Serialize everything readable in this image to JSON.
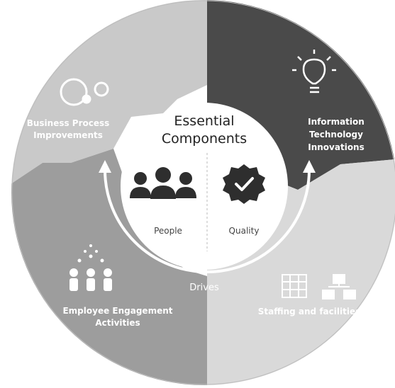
{
  "center": {
    "title_line1": "Essential",
    "title_line2": "Components",
    "left_label": "People",
    "right_label": "Quality"
  },
  "segments": {
    "top_left": {
      "line1": "Business Process",
      "line2": "Improvements"
    },
    "top_right": {
      "line1": "Information",
      "line2": "Technology",
      "line3": "Innovations"
    },
    "bottom_left": {
      "line1": "Employee Engagement",
      "line2": "Activities"
    },
    "bottom_right": {
      "line1": "Staffing and facilities"
    }
  },
  "arc_label": "Drives",
  "colors": {
    "top_left": "#c9c9c9",
    "top_right": "#4a4a4a",
    "bottom_left": "#9d9d9d",
    "bottom_right": "#d9d9d9",
    "center": "#ffffff",
    "icon_dark": "#2e2e2e"
  }
}
